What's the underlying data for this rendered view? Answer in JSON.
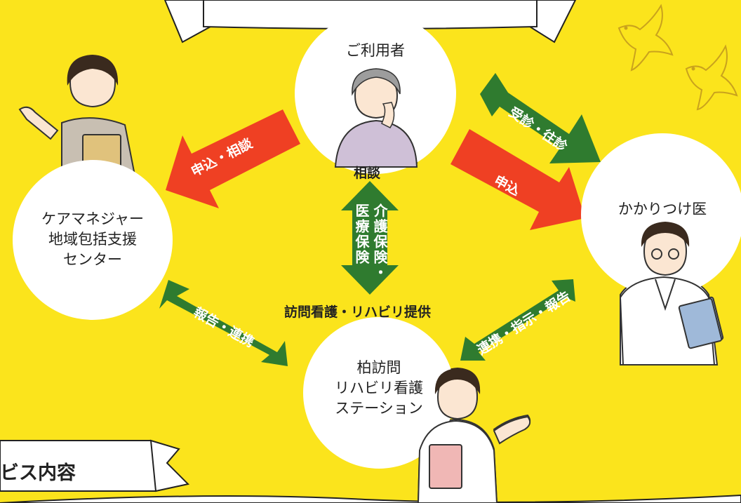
{
  "colors": {
    "background": "#fbe41c",
    "green_arrow": "#2f7b2f",
    "red_arrow": "#ef4023",
    "node": "#ffffff"
  },
  "nodes": {
    "user": "ご利用者",
    "care_manager": [
      "ケアマネジャー",
      "地域包括支援",
      "センター"
    ],
    "doctor": "かかりつけ医",
    "station": [
      "柏訪問",
      "リハビリ看護",
      "ステーション"
    ]
  },
  "arrows": {
    "user_to_caremanager": "申込・相談",
    "user_doctor": "受診・往診",
    "user_to_doctor": "申込",
    "caremanager_station": "報告・連携",
    "doctor_station": "連携・指示・報告",
    "consult": "相談",
    "insurance_left": "医療保険",
    "insurance_right": "介護保険・",
    "station_service": "訪問看護・リハビリ提供"
  },
  "section_title": "ビス内容",
  "icons": [
    "bird-icon",
    "bird-icon"
  ]
}
